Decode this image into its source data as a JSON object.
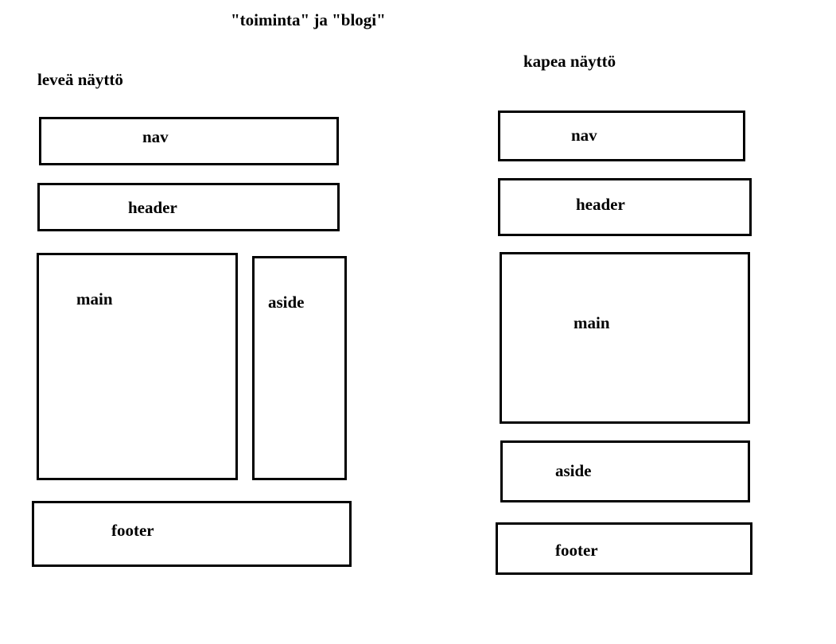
{
  "title": "\"toiminta\" ja \"blogi\"",
  "wide": {
    "heading": "leveä näyttö",
    "nav": "nav",
    "header": "header",
    "main": "main",
    "aside": "aside",
    "footer": "footer"
  },
  "narrow": {
    "heading": "kapea näyttö",
    "nav": "nav",
    "header": "header",
    "main": "main",
    "aside": "aside",
    "footer": "footer"
  },
  "colors": {
    "stroke": "#000000",
    "background": "#ffffff"
  }
}
